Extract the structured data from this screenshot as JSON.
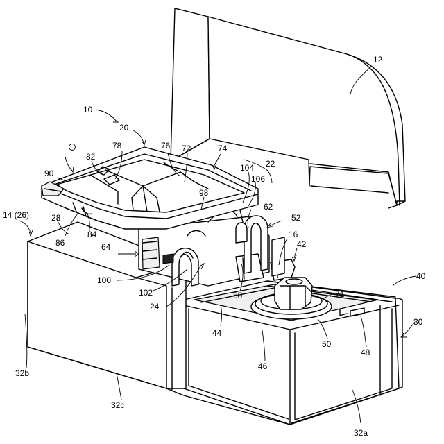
{
  "figure": {
    "labels": [
      {
        "id": "l10",
        "text": "10"
      },
      {
        "id": "l20",
        "text": "20"
      },
      {
        "id": "l12",
        "text": "12"
      },
      {
        "id": "l78",
        "text": "78"
      },
      {
        "id": "l76",
        "text": "76"
      },
      {
        "id": "l72",
        "text": "72"
      },
      {
        "id": "l74",
        "text": "74"
      },
      {
        "id": "l82",
        "text": "82"
      },
      {
        "id": "l22",
        "text": "22"
      },
      {
        "id": "l104",
        "text": "104"
      },
      {
        "id": "l106",
        "text": "106"
      },
      {
        "id": "l90",
        "text": "90"
      },
      {
        "id": "l98",
        "text": "98"
      },
      {
        "id": "l14",
        "text": "14 (26)"
      },
      {
        "id": "l28",
        "text": "28"
      },
      {
        "id": "l62",
        "text": "62"
      },
      {
        "id": "l52",
        "text": "52"
      },
      {
        "id": "l86",
        "text": "86"
      },
      {
        "id": "l84",
        "text": "84"
      },
      {
        "id": "l16",
        "text": "16"
      },
      {
        "id": "l64",
        "text": "64"
      },
      {
        "id": "l42",
        "text": "42"
      },
      {
        "id": "l100",
        "text": "100"
      },
      {
        "id": "l40",
        "text": "40"
      },
      {
        "id": "l102",
        "text": "102"
      },
      {
        "id": "l60",
        "text": "60"
      },
      {
        "id": "l71",
        "text": "71"
      },
      {
        "id": "l24",
        "text": "24"
      },
      {
        "id": "l44",
        "text": "44"
      },
      {
        "id": "l30",
        "text": "30"
      },
      {
        "id": "l50",
        "text": "50"
      },
      {
        "id": "l48",
        "text": "48"
      },
      {
        "id": "l46",
        "text": "46"
      },
      {
        "id": "l32b",
        "text": "32b"
      },
      {
        "id": "l32c",
        "text": "32c"
      },
      {
        "id": "l32a",
        "text": "32a"
      }
    ],
    "symbol_o": "O"
  }
}
